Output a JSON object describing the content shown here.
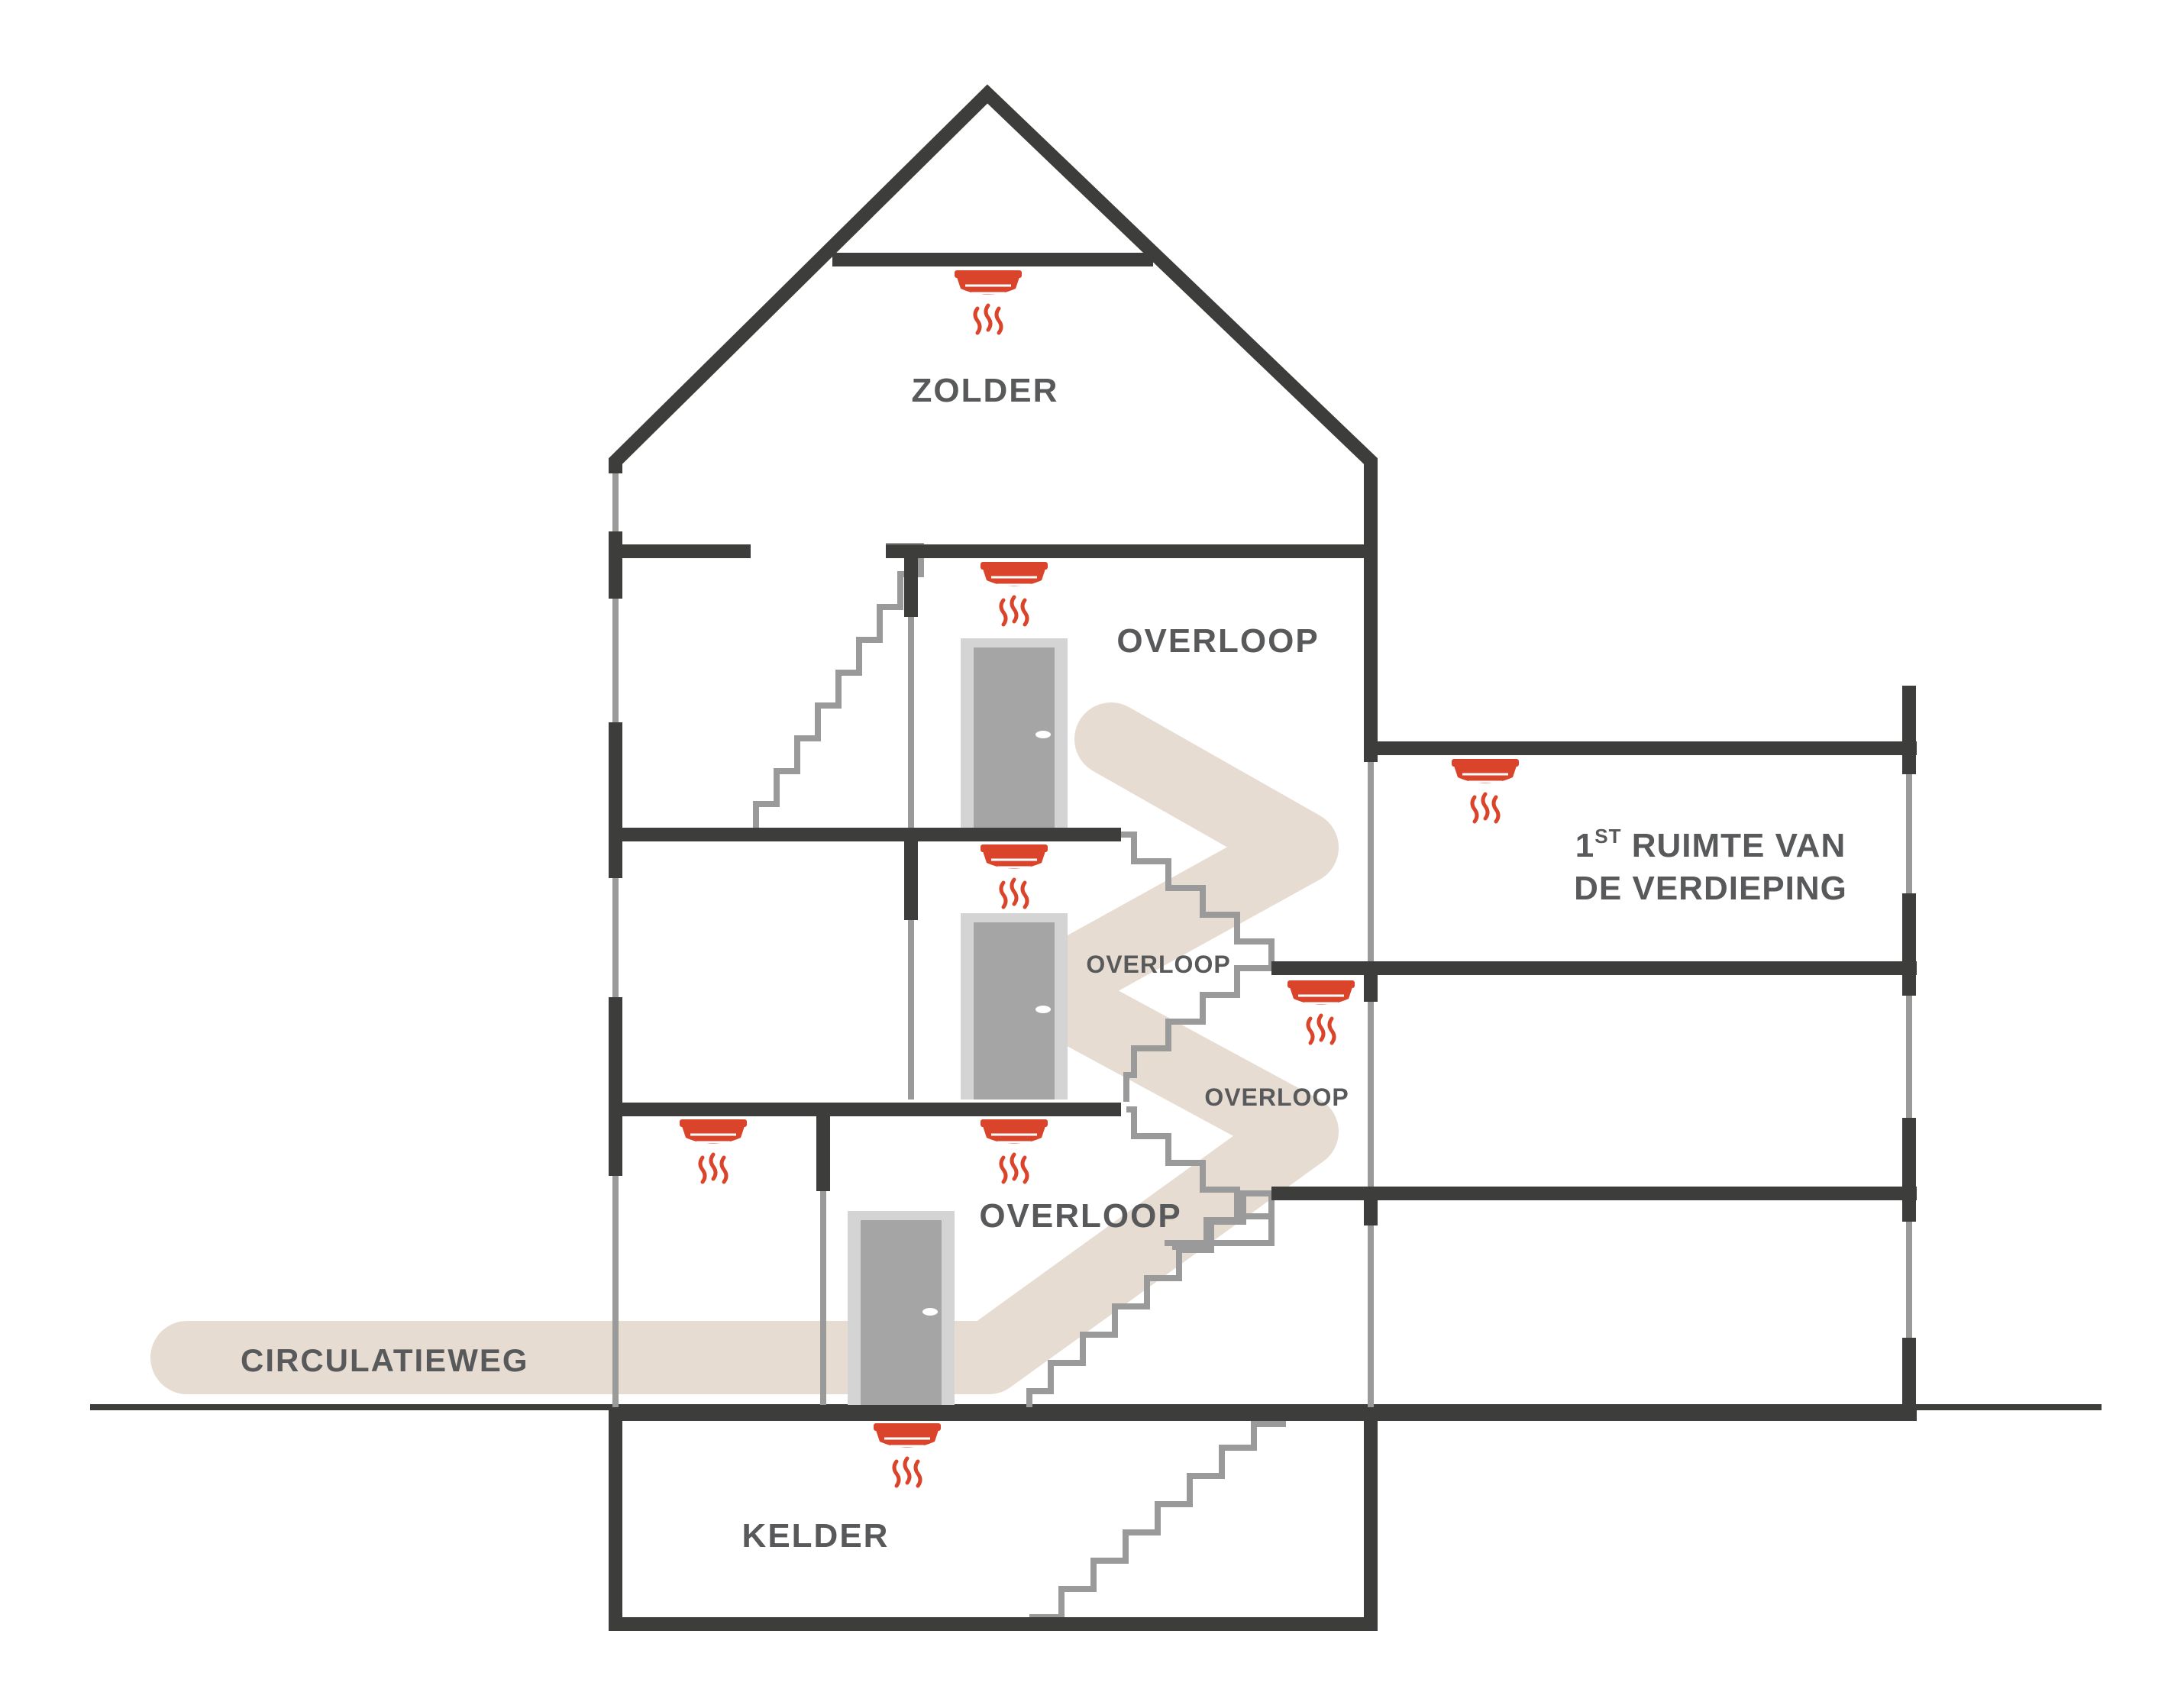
{
  "colors": {
    "wall": "#3d3d3b",
    "thin_wall": "#9a9a9a",
    "stairs": "#9a9a9a",
    "door_fill": "#a5a5a5",
    "door_frame": "#d4d4d4",
    "path": "#e7dcd1",
    "detector": "#d9442b",
    "label": "#58595b",
    "background": "#ffffff"
  },
  "labels": {
    "attic": "ZOLDER",
    "landing_top": "OVERLOOP",
    "landing_mid_1": "OVERLOOP",
    "landing_mid_2": "OVERLOOP",
    "landing_ground": "OVERLOOP",
    "first_room_prefix": "1",
    "first_room_sup": "ST",
    "first_room_line1": " RUIMTE VAN",
    "first_room_line2": "DE VERDIEPING",
    "circulation_route": "CIRCULATIEWEG",
    "basement": "KELDER"
  },
  "icons": {
    "detector": "smoke-detector-icon",
    "door": "door-icon"
  }
}
